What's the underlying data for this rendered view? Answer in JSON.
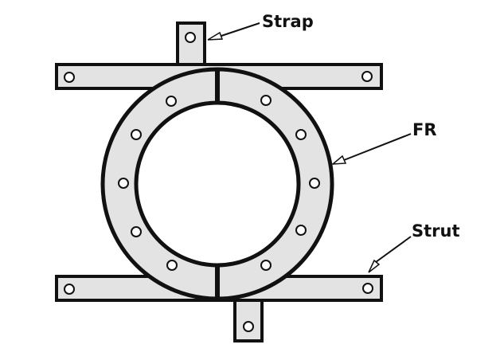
{
  "labels": {
    "strap": "Strap",
    "fr": "FR",
    "strut": "Strut"
  },
  "colors": {
    "fill": "#e3e3e3",
    "line": "#111111",
    "background": "#ffffff"
  }
}
